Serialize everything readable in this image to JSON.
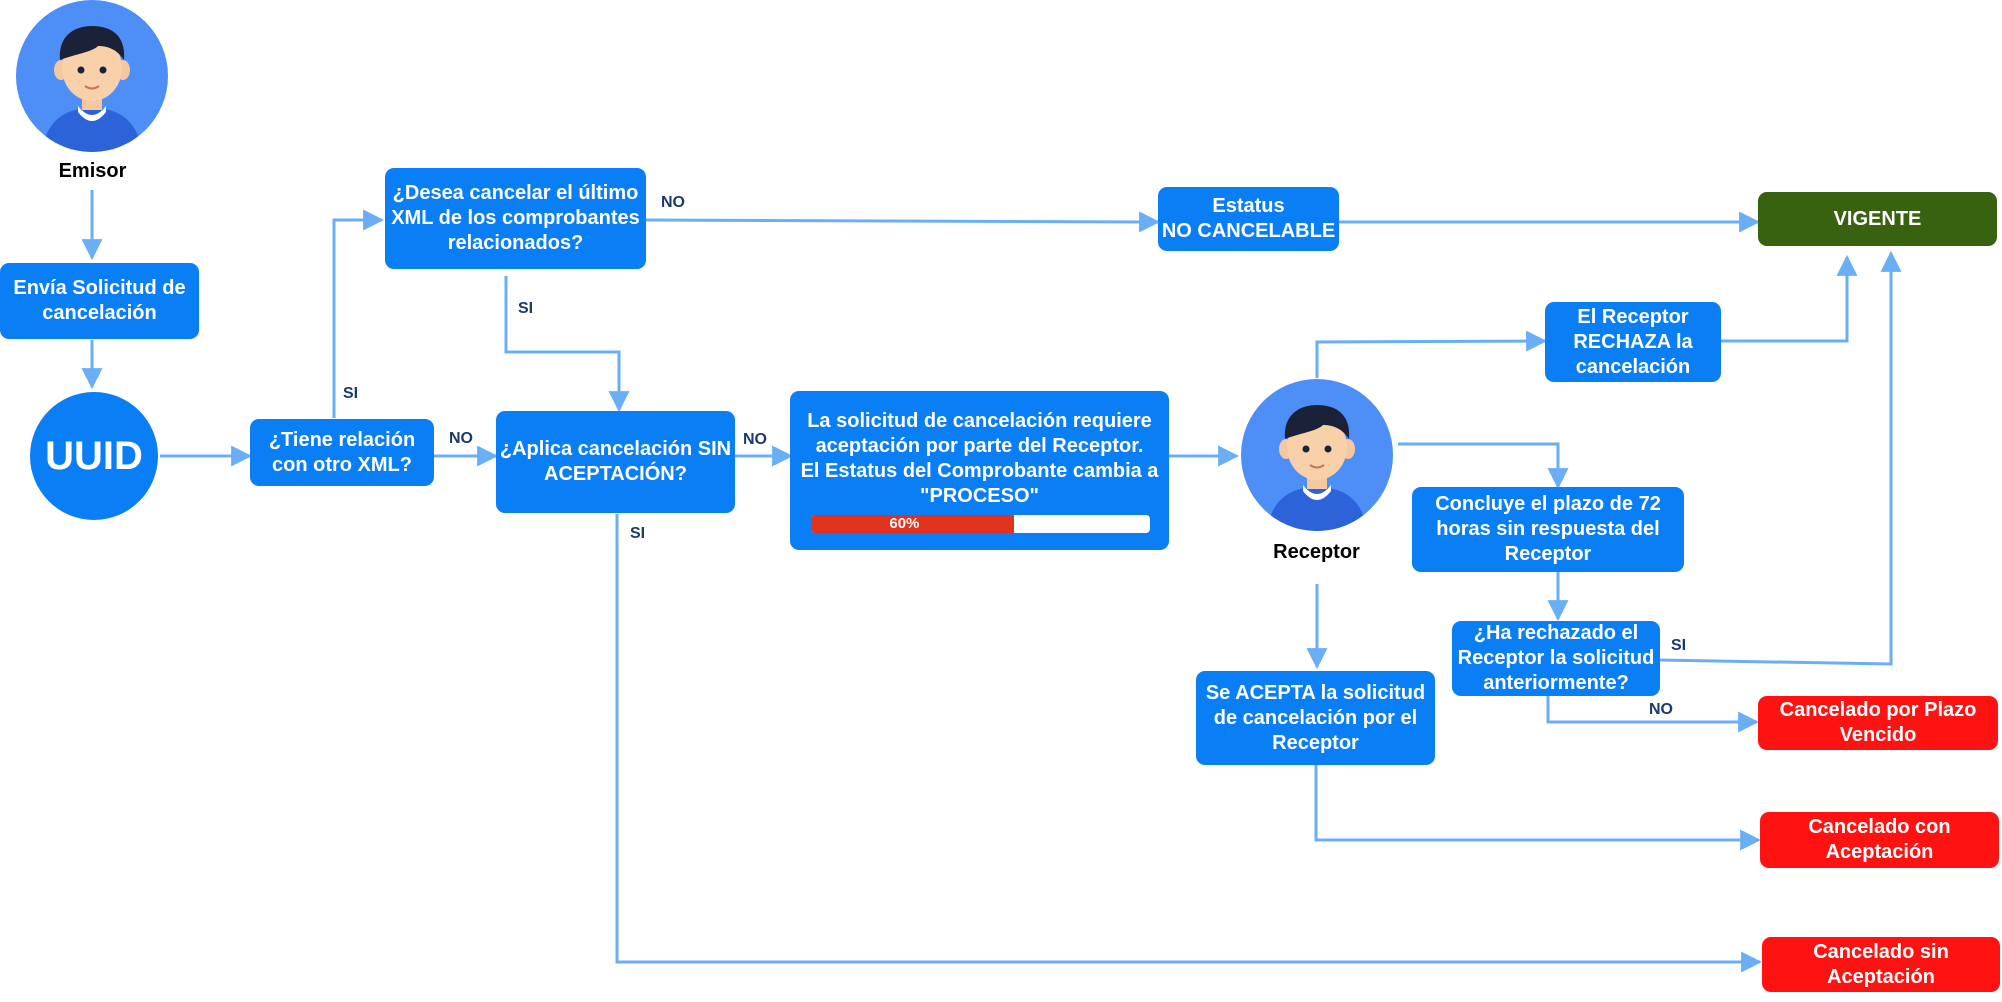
{
  "actors": {
    "emisor": "Emisor",
    "receptor": "Receptor"
  },
  "uuid": "UUID",
  "nodes": {
    "envia": "Envía Solicitud de\ncancelación",
    "tiene_relacion": "¿Tiene relación\ncon otro XML?",
    "desea_cancelar": "¿Desea cancelar el último\nXML de los comprobantes\nrelacionados?",
    "aplica_cancelacion": "¿Aplica cancelación SIN\nACEPTACIÓN?",
    "solicitud_proceso": "La solicitud de cancelación requiere\naceptación por parte del Receptor.\nEl Estatus del Comprobante cambia a\n\"PROCESO\"",
    "no_cancelable": "Estatus\nNO CANCELABLE",
    "vigente": "VIGENTE",
    "rechaza": "El Receptor\nRECHAZA la\ncancelación",
    "concluye": "Concluye el plazo de 72\nhoras sin respuesta del\nReceptor",
    "ha_rechazado": "¿Ha rechazado el\nReceptor la solicitud\nanteriormente?",
    "acepta": "Se ACEPTA la solicitud\nde cancelación por el\nReceptor",
    "plazo_vencido": "Cancelado por Plazo\nVencido",
    "con_aceptacion": "Cancelado con\nAceptación",
    "sin_aceptacion": "Cancelado sin\nAceptación"
  },
  "progress": {
    "label": "60%",
    "value": 0.6
  },
  "edge_labels": {
    "si_relacion": "SI",
    "no_relacion": "NO",
    "no_desea": "NO",
    "si_desea": "SI",
    "no_aplica": "NO",
    "si_aplica": "SI",
    "si_rechazado": "SI",
    "no_rechazado": "NO"
  },
  "colors": {
    "node": "#0a7ff5",
    "vigente": "#38620f",
    "cancelado": "#ff1212",
    "arrow": "#6aaef5",
    "progress_fill": "#e0321d"
  }
}
